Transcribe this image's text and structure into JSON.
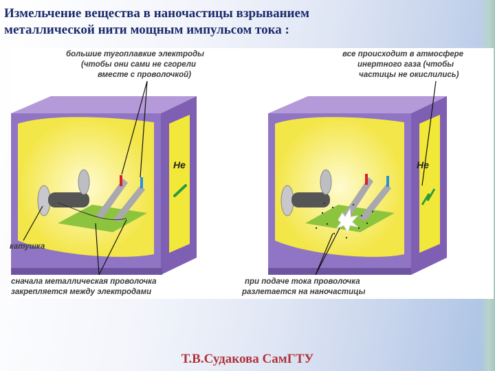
{
  "slide": {
    "title_line1": "Измельчение вещества в наночастицы взрыванием",
    "title_line2": "металлической нити мощным импульсом тока :",
    "footer": "Т.В.Судакова СамГТУ"
  },
  "diagram": {
    "label_electrodes": [
      "большие тугоплавкие электроды",
      "(чтобы они сами не сгорели",
      "вместе с проволочкой)"
    ],
    "label_atmosphere": [
      "все происходит в атмосфере",
      "инертного газа (чтобы",
      "частицы не окислились)"
    ],
    "label_coil": "катушка",
    "label_start": [
      "сначала металлическая проволочка",
      "закрепляется между электродами"
    ],
    "label_end": [
      "при подаче тока проволочка",
      "разлетается на наночастицы"
    ],
    "gas_label": "He",
    "colors": {
      "chamber": "#8a6bb8",
      "window": "#f2e83a",
      "plate": "#8cc43e",
      "interior": "#f6ec5e",
      "title": "#1a2a6c",
      "footer": "#b0323a"
    }
  }
}
